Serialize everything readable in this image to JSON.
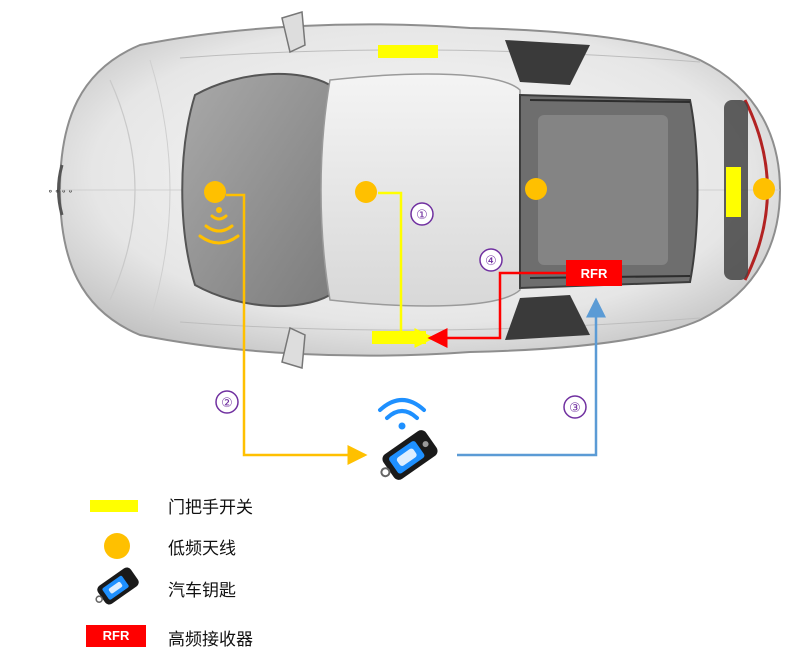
{
  "steps": [
    "①",
    "②",
    "③",
    "④"
  ],
  "rfr_label": "RFR",
  "legend": [
    {
      "label": "门把手开关"
    },
    {
      "label": "低频天线"
    },
    {
      "label": "汽车钥匙"
    },
    {
      "label": "高频接收器",
      "badge": "RFR"
    }
  ],
  "colors": {
    "door_handle_switch": "#ffff00",
    "lf_antenna": "#ffc000",
    "line_step1": "#ffff00",
    "line_step2": "#ffc000",
    "line_step3": "#5b9bd5",
    "line_step4": "#ff0000",
    "rfr": "#ff0000",
    "step_number": "#7030a0",
    "key_fob_screen": "#1e90ff",
    "wifi_signal": "#1e90ff"
  },
  "icons": [
    "wifi-signal-icon",
    "key-fob-icon",
    "rf-wave-icon"
  ]
}
